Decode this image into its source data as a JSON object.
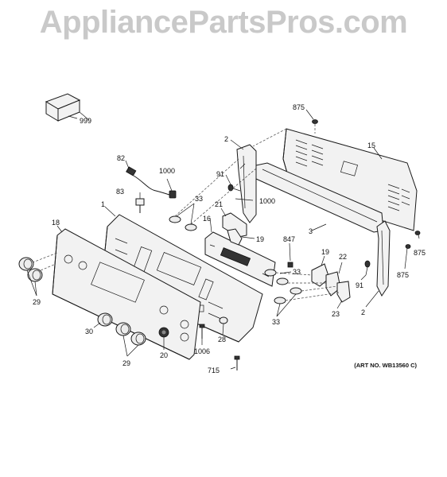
{
  "watermark": "AppliancePartsPros.com",
  "art_number": "(ART NO. WB13560 C)",
  "callouts": {
    "c999": "999",
    "c875a": "875",
    "c15": "15",
    "c2a": "2",
    "c82": "82",
    "c1000a": "1000",
    "c91a": "91",
    "c1000b": "1000",
    "c83": "83",
    "c33a": "33",
    "c1": "1",
    "c21": "21",
    "c16": "16",
    "c19a": "19",
    "c3": "3",
    "c18": "18",
    "c847": "847",
    "c875b": "875",
    "c33b": "33",
    "c19b": "19",
    "c22": "22",
    "c875c": "875",
    "c29a": "29",
    "c91b": "91",
    "c33c": "33",
    "c23": "23",
    "c2b": "2",
    "c30": "30",
    "c28": "28",
    "c20": "20",
    "c1006": "1006",
    "c29b": "29",
    "c715": "715"
  }
}
